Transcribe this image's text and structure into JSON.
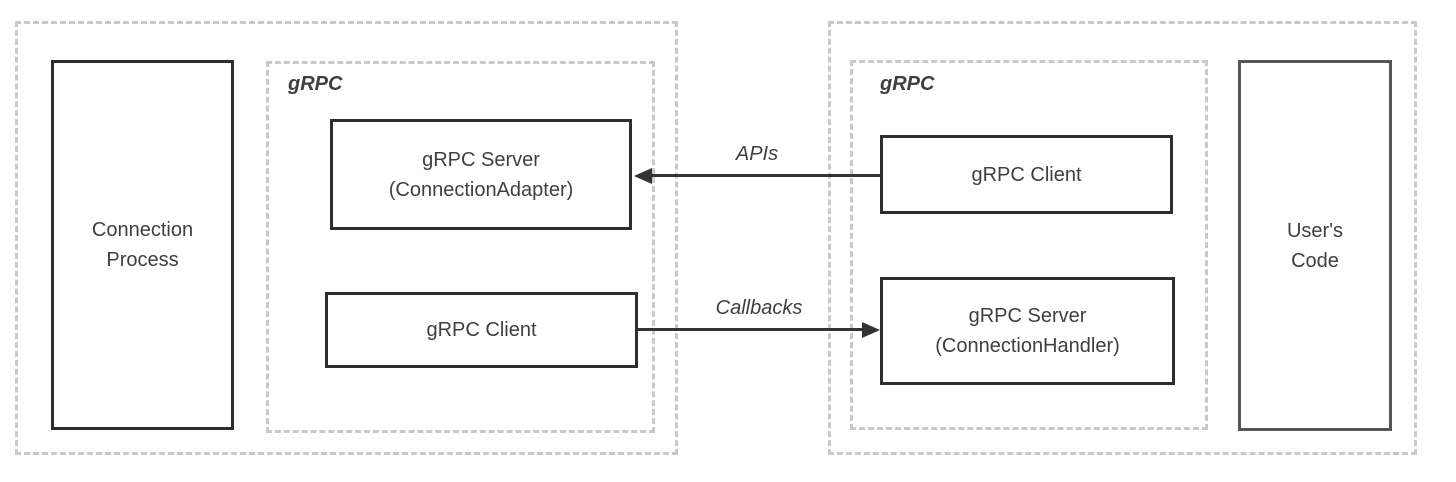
{
  "colors": {
    "dash": "#c9c9c9",
    "border-dark": "#2e2e2e",
    "border-mid": "#565656",
    "text": "#3f3f3f",
    "arrow": "#333333",
    "bg": "#ffffff"
  },
  "groups": {
    "left": {
      "process_label": "Connection Process",
      "grpc_label": "gRPC",
      "server_label": "gRPC Server (ConnectionAdapter)",
      "client_label": "gRPC Client"
    },
    "right": {
      "grpc_label": "gRPC",
      "client_label": "gRPC Client",
      "server_label": "gRPC Server (ConnectionHandler)",
      "code_label": "User's Code"
    }
  },
  "arrows": {
    "apis": {
      "label": "APIs",
      "direction": "right-to-left"
    },
    "callbacks": {
      "label": "Callbacks",
      "direction": "left-to-right"
    }
  }
}
